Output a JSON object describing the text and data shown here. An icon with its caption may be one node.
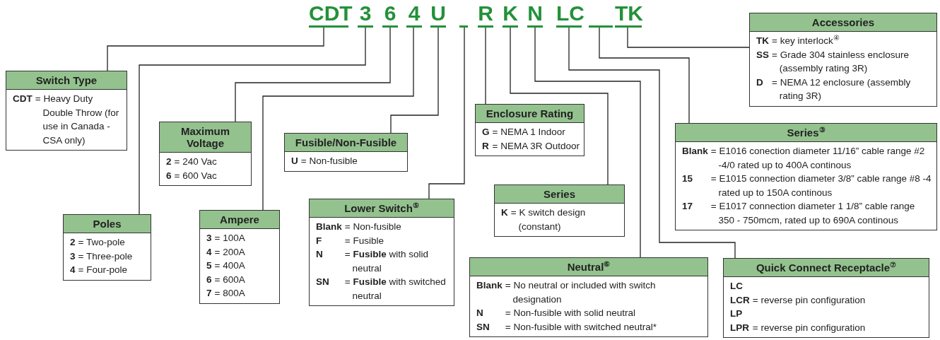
{
  "diagram": {
    "nodes": [
      {
        "text": [
          "CDT"
        ]
      },
      {
        "text": [
          "3"
        ]
      },
      {
        "text": [
          "6"
        ]
      },
      {
        "text": [
          "4"
        ]
      },
      {
        "text": [
          "U"
        ]
      },
      {
        "text": [],
        "shape": "bar"
      },
      {
        "text": [
          "R"
        ]
      },
      {
        "text": [
          "K"
        ]
      },
      {
        "text": [
          "N"
        ]
      },
      {
        "text": [
          "LC"
        ]
      },
      {
        "text": [],
        "shape": "bar"
      },
      {
        "text": [
          "TK"
        ]
      },
      {
        "text": [
          "Accessories",
          "**TK** = key interlock$^{④}$",
          "**SS** = Grade 304 stainless enclosure (assembly rating 3R)",
          "**D** = NEMA 12 enclosure (assembly rating 3R)"
        ]
      },
      {
        "text": [
          "Switch Type",
          "**CDT** = Heavy Duty Double Throw (for use in Canada - CSA only)"
        ]
      },
      {
        "text": [
          "Enclosure Rating",
          "**G** = NEMA 1 Indoor",
          "**R** = NEMA 3R Outdoor"
        ]
      },
      {
        "text": [
          "Maximum Voltage",
          "**2** = 240 Vac",
          "**6** = 600 Vac"
        ]
      },
      {
        "text": [
          "Fusible/Non-Fusible",
          "**U** = Non-fusible"
        ]
      },
      {
        "text": [
          "Series$^{③}$",
          "**Blank** = E1016 conection diameter 11/16” cable range #2 -4/0 rated up to 400A continous",
          "**15** = E1015 connection diameter 3/8” cable range #8 -4 rated up to 150A continous",
          "**17** = E1017 connection diameter 1 1/8” cable range 350 - 750mcm, rated up to 690A continous"
        ]
      },
      {
        "text": [
          "Series",
          "**K** = K switch design (constant)"
        ]
      },
      {
        "text": [
          "Lower Switch$^{⑤}$",
          "**Blank** = Non-fusible",
          "**F** = Fusible",
          "**N** = **Fusible** with solid neutral",
          "**SN** = **Fusible** with switched neutral"
        ]
      },
      {
        "text": [
          "Ampere",
          "**3** = 100A",
          "**4** = 200A",
          "**5** = 400A",
          "**6** = 600A",
          "**7** = 800A"
        ]
      },
      {
        "text": [
          "Poles",
          "**2** = Two-pole",
          "**3** = Three-pole",
          "**4** = Four-pole"
        ]
      },
      {
        "text": [
          "Neutral$^{⑥}$",
          "**Blank** = No neutral or included with switch designation",
          "**N** = Non-fusible with solid neutral",
          "**SN** = Non-fusible with switched neutral*"
        ]
      },
      {
        "text": [
          "Quick Connect Receptacle$^{⑦}$",
          "**LC**",
          "**LCR** = reverse pin configuration",
          "**LP**",
          "**LPR** = reverse pin configuration"
        ]
      }
    ],
    "edges": [
      {
        "from": 0,
        "to": 13,
        "arrow": "none"
      },
      {
        "from": 1,
        "to": 21,
        "arrow": "none"
      },
      {
        "from": 2,
        "to": 15,
        "arrow": "none"
      },
      {
        "from": 3,
        "to": 20,
        "arrow": "none"
      },
      {
        "from": 4,
        "to": 16,
        "arrow": "none"
      },
      {
        "from": 5,
        "to": 19,
        "arrow": "none"
      },
      {
        "from": 6,
        "to": 14,
        "arrow": "none"
      },
      {
        "from": 7,
        "to": 18,
        "arrow": "none"
      },
      {
        "from": 8,
        "to": 22,
        "arrow": "none"
      },
      {
        "from": 9,
        "to": 23,
        "arrow": "none"
      },
      {
        "from": 10,
        "to": 17,
        "arrow": "none"
      },
      {
        "from": 11,
        "to": 12,
        "arrow": "none"
      }
    ]
  }
}
